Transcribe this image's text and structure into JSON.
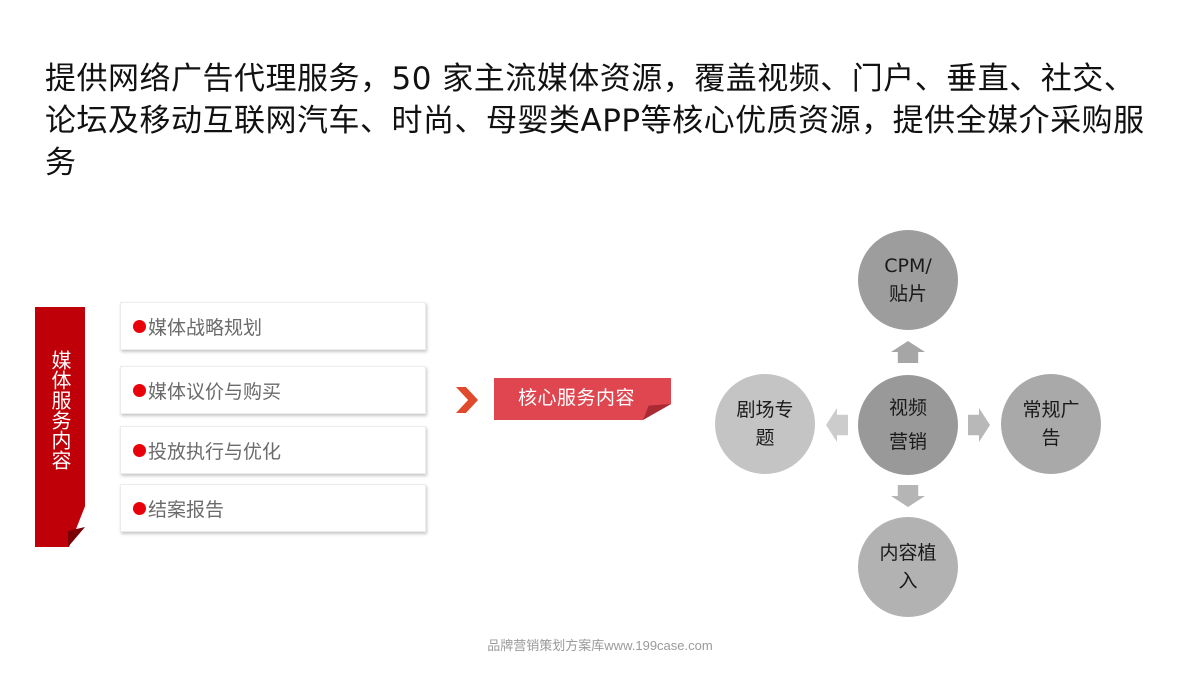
{
  "headline": "提供网络广告代理服务，50 家主流媒体资源，覆盖视频、门户、垂直、社交、论坛及移动互联网汽车、时尚、母婴类APP等核心优质资源，提供全媒介采购服务",
  "side_banner": {
    "label": "媒体服务内容",
    "color": "#c00008"
  },
  "service_list": {
    "bullet_color": "#e8000b",
    "items": [
      {
        "label": "媒体战略规划"
      },
      {
        "label": "媒体议价与购买"
      },
      {
        "label": "投放执行与优化"
      },
      {
        "label": "结案报告"
      }
    ]
  },
  "core_tag": {
    "icon": "chevron-right-icon",
    "label": "核心服务内容",
    "color": "#e04650"
  },
  "diagram": {
    "center": {
      "line1": "视频",
      "line2": "营销"
    },
    "top": {
      "line1": "CPM/",
      "line2": "贴片"
    },
    "left": {
      "line1": "剧场专",
      "line2": "题"
    },
    "right": {
      "line1": "常规广",
      "line2": "告"
    },
    "bottom": {
      "line1": "内容植",
      "line2": "入"
    },
    "arrows": [
      "arrow-up-icon",
      "arrow-down-icon",
      "arrow-left-icon",
      "arrow-right-icon"
    ]
  },
  "footer": "品牌营销策划方案库www.199case.com"
}
